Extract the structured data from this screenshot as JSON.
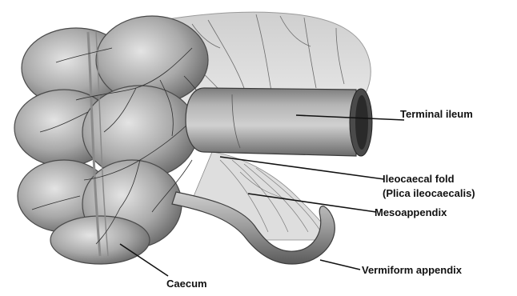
{
  "labels": {
    "terminal_ileum": "Terminal ileum",
    "ileocaecal_fold": "Ileocaecal fold",
    "plica_ileocaecalis": "(Plica ileocaecalis)",
    "mesoappendix": "Mesoappendix",
    "vermiform_appendix": "Vermiform appendix",
    "caecum": "Caecum"
  },
  "colors": {
    "tissue_dark": "#6f6f6f",
    "tissue_mid": "#a6a6a6",
    "tissue_light": "#d9d9d9",
    "vessel": "#2e2e2e",
    "leader_line": "#111111",
    "label_text": "#111111"
  }
}
